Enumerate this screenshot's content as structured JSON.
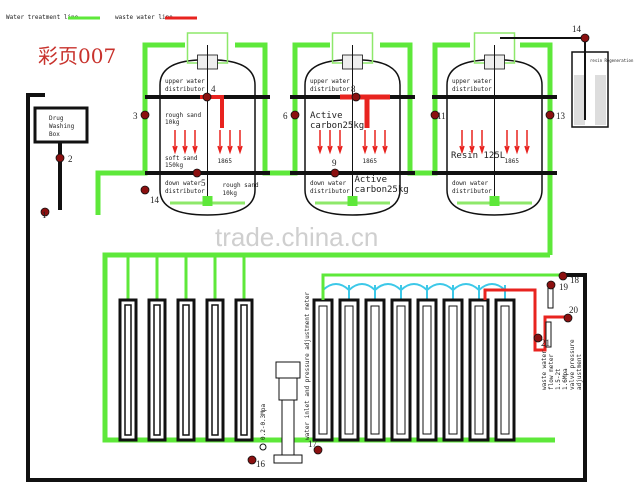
{
  "legend": {
    "treatment_label": "Water treatment line",
    "waste_label": "waste water line"
  },
  "title": "彩页007",
  "colors": {
    "treatment": "#5ee83a",
    "waste": "#e8231f",
    "pipe": "#111111",
    "valve": "#8b1010",
    "cyan": "#3cc8e8"
  },
  "drug_box": {
    "line1": "Drug",
    "line2": "Washing",
    "line3": "Box"
  },
  "tank1": {
    "upper": "upper water",
    "upper2": "distributor",
    "rough": "rough sand",
    "rough_w": "10kg",
    "soft": "soft sand",
    "soft_w": "150kg",
    "size": "1865",
    "down": "down water",
    "down2": "distributor",
    "rough2": "rough sand",
    "rough2_w": "10kg"
  },
  "tank2": {
    "upper": "upper water",
    "upper2": "distributor",
    "media": "Active",
    "media2": "carbon25kg",
    "size": "1865",
    "down": "down water",
    "down2": "distributor",
    "media_b": "Active",
    "media_b2": "carbon25kg"
  },
  "tank3": {
    "upper": "upper water",
    "upper2": "distributor",
    "media": "Resin 125L",
    "size": "1865",
    "down": "down water",
    "down2": "distributor"
  },
  "salt_tank": {
    "label": "resin Regeneration"
  },
  "valves": [
    "1",
    "2",
    "3",
    "4",
    "5",
    "6",
    "8",
    "9",
    "11",
    "13",
    "14",
    "14",
    "16",
    "17",
    "18",
    "19",
    "20",
    "21"
  ],
  "pump": {
    "gauge": "0.2-0.3Mpa",
    "meter_label": "water inlet and pressure adjustment meter"
  },
  "right_labels": {
    "waste_meter1": "waste water",
    "waste_meter2": "flow meter",
    "waste_meter3": "1.5-2t",
    "pressure1": "valve pressure",
    "pressure2": "adjustment",
    "pressure3": "1.6Mpa"
  },
  "watermark": "trade.china.cn"
}
